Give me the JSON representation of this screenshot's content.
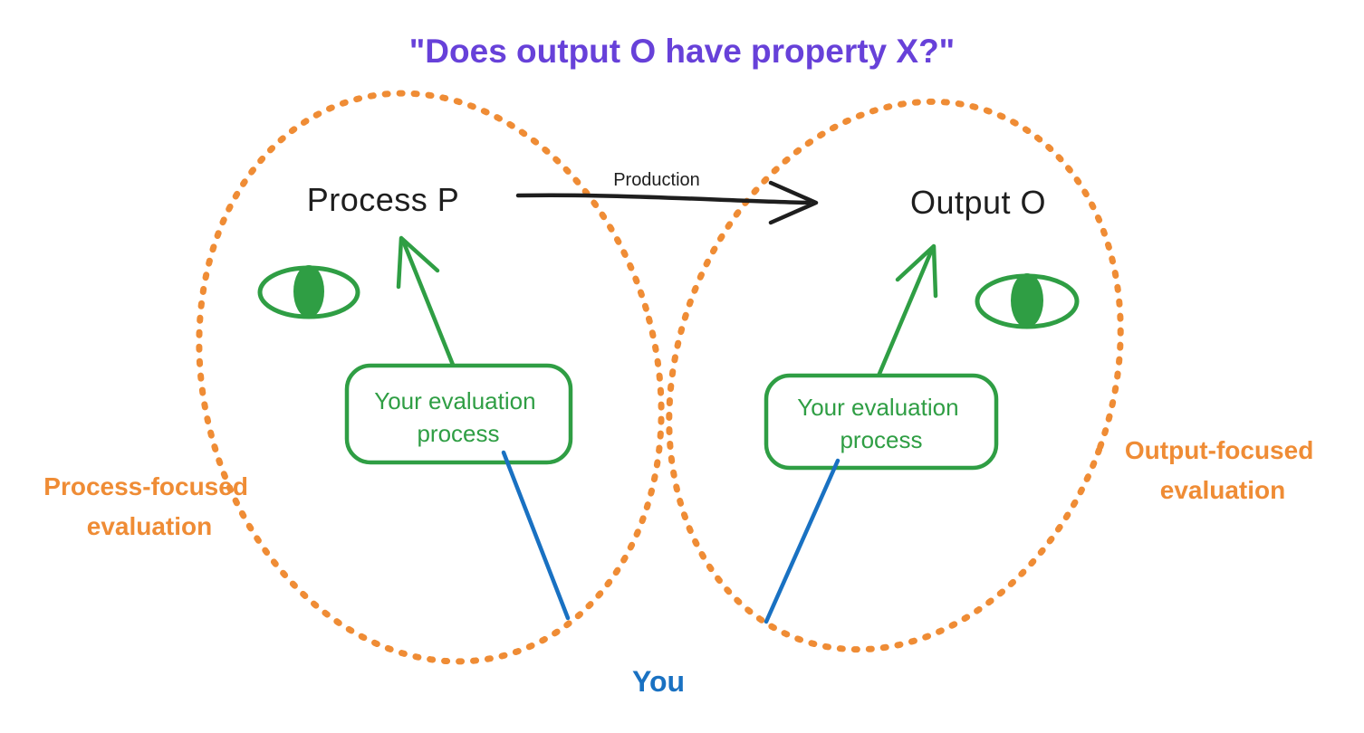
{
  "title": "\"Does output O have property X?\"",
  "diagram": {
    "process_node": "Process P",
    "output_node": "Output O",
    "production_arrow_label": "Production",
    "left_evaluation_box": {
      "line1": "Your evaluation",
      "line2": "process"
    },
    "right_evaluation_box": {
      "line1": "Your evaluation",
      "line2": "process"
    },
    "process_focused_label": {
      "line1": "Process-focused",
      "line2": "evaluation"
    },
    "output_focused_label": {
      "line1": "Output-focused",
      "line2": "evaluation"
    },
    "you_label": "You",
    "icons": {
      "left_eye": "eye-icon",
      "right_eye": "eye-icon"
    }
  },
  "colors": {
    "violet": "#6741d9",
    "orange": "#ef8c35",
    "green": "#2f9e44",
    "blue": "#1971c2",
    "ink": "#1e1e1e",
    "background": "#ffffff"
  }
}
